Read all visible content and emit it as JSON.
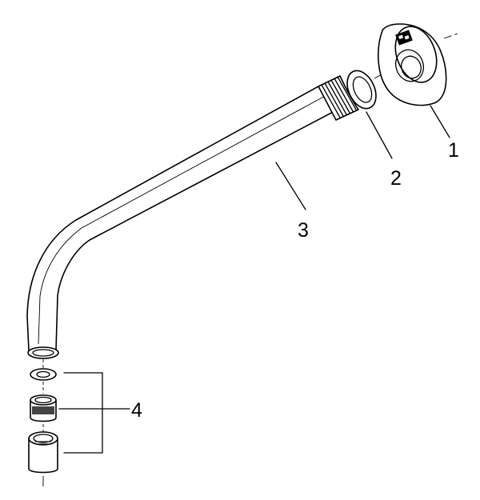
{
  "callouts": [
    {
      "id": "1",
      "label": "1",
      "part": "wall-rosette"
    },
    {
      "id": "2",
      "label": "2",
      "part": "sealing-ring"
    },
    {
      "id": "3",
      "label": "3",
      "part": "shower-arm"
    },
    {
      "id": "4",
      "label": "4",
      "part": "spray-outlet-set"
    }
  ]
}
